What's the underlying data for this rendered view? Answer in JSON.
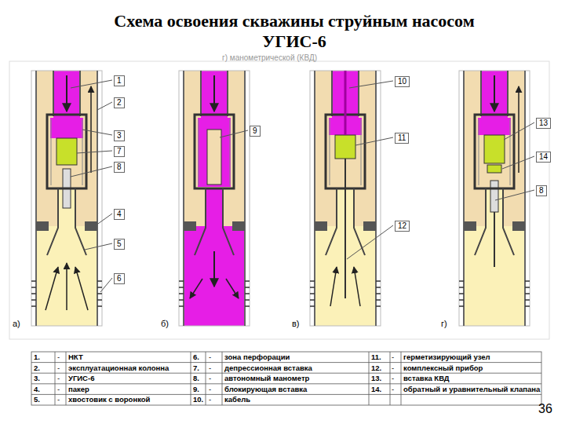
{
  "diagram": {
    "title": "Схема освоения скважины струйным насосом УГИС-6",
    "nodes": [
      {
        "text": [
          "1"
        ]
      },
      {
        "text": [
          "2"
        ]
      },
      {
        "text": [
          "3"
        ]
      },
      {
        "text": [
          "7"
        ]
      },
      {
        "text": [
          "8"
        ]
      },
      {
        "text": [
          "4"
        ]
      },
      {
        "text": [
          "5"
        ]
      },
      {
        "text": [
          "6"
        ]
      },
      {
        "text": [
          "9"
        ]
      },
      {
        "text": [
          "10"
        ]
      },
      {
        "text": [
          "11"
        ]
      },
      {
        "text": [
          "12"
        ]
      },
      {
        "text": [
          "13"
        ]
      },
      {
        "text": [
          "14"
        ]
      },
      {
        "text": [
          "8"
        ]
      }
    ],
    "labels": [
      "г) манометрической (КВД)",
      "а)",
      "б)",
      "в)",
      "г)",
      "1.",
      "-",
      "НКТ",
      "6.",
      "-",
      "зона перфорации",
      "11.",
      "-",
      "герметизирующий узел",
      "2.",
      "-",
      "эксплуатационная колонна",
      "7.",
      "-",
      "депрессионная вставка",
      "12.",
      "-",
      "комплексный прибор",
      "3.",
      "-",
      "УГИС-6",
      "8.",
      "-",
      "автономный манометр",
      "13.",
      "-",
      "вставка КВД",
      "4.",
      "-",
      "пакер",
      "9.",
      "-",
      "блокирующая вставка",
      "14.",
      "-",
      "обратный и уравнительный клапана",
      "5.",
      "-",
      "хвостовик с воронкой",
      "10.",
      "-",
      "кабель",
      "36"
    ]
  }
}
